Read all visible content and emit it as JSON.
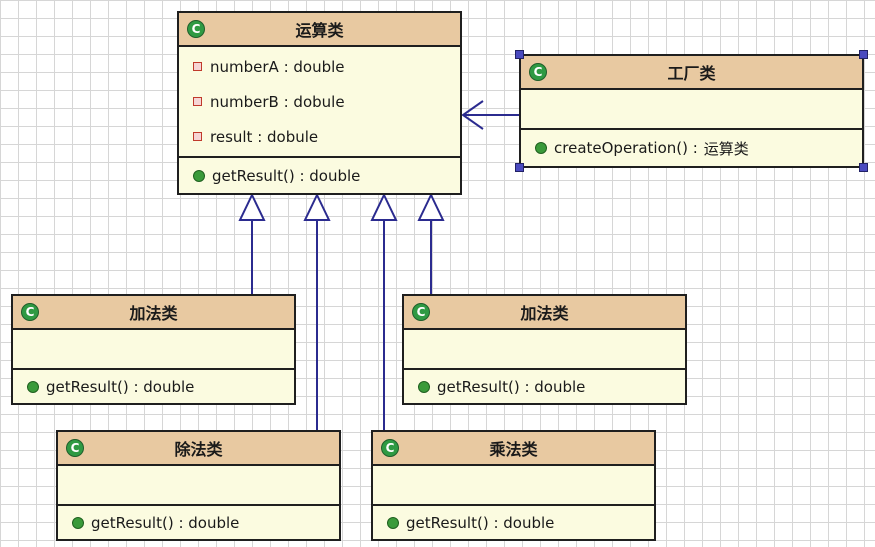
{
  "operation_class": {
    "title": "运算类",
    "icon": "C",
    "attributes": [
      "numberA : double",
      "numberB : dobule",
      "result : dobule"
    ],
    "operations": [
      "getResult() : double"
    ]
  },
  "factory_class": {
    "title": "工厂类",
    "icon": "C",
    "attributes": [],
    "operation_name": "createOperation() : ",
    "operation_return": "运算类"
  },
  "add_class_left": {
    "title": "加法类",
    "icon": "C",
    "operations": [
      "getResult() : double"
    ]
  },
  "add_class_right": {
    "title": "加法类",
    "icon": "C",
    "operations": [
      "getResult() : double"
    ]
  },
  "divide_class": {
    "title": "除法类",
    "icon": "C",
    "operations": [
      "getResult() : double"
    ]
  },
  "multiply_class": {
    "title": "乘法类",
    "icon": "C",
    "operations": [
      "getResult() : double"
    ]
  },
  "colors": {
    "header": "#e8c9a1",
    "body": "#fbfbe0",
    "line": "#2b2b8f",
    "grid": "#d6d6d6"
  }
}
